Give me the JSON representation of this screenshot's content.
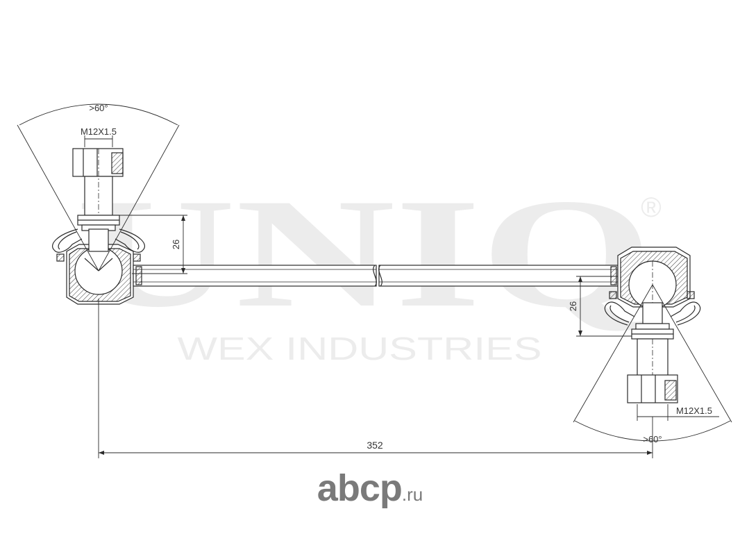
{
  "watermark": {
    "brand": "UNIQ",
    "registered": "®",
    "subtitle": "WEX INDUSTRIES"
  },
  "dimensions": {
    "left_angle": ">60°",
    "left_thread": "M12X1.5",
    "left_height": "26",
    "right_height": "26",
    "right_thread": "M12X1.5",
    "right_angle": ">60°",
    "overall_length": "352"
  },
  "logo": {
    "main": "abcp",
    "tld": ".ru"
  },
  "colors": {
    "line": "#2a2a2a",
    "watermark": "#ececec",
    "logo": "#7a7a7a"
  }
}
